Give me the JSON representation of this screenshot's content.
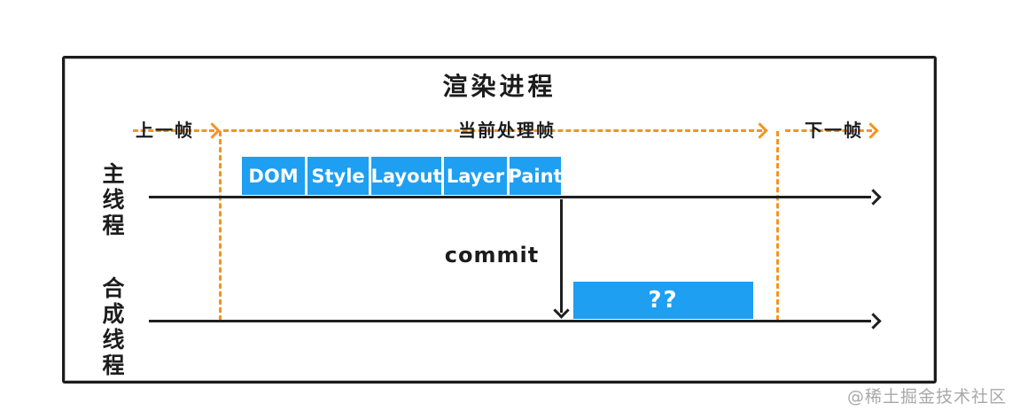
{
  "title": "渲染进程",
  "frame_markers": {
    "previous": "上一帧",
    "current": "当前处理帧",
    "next": "下一帧"
  },
  "threads": {
    "main": "主线程",
    "compositor": "合成线程"
  },
  "pipeline_stages": [
    "DOM",
    "Style",
    "Layout",
    "Layer",
    "Paint"
  ],
  "commit_label": "commit",
  "compositor_task_label": "??",
  "watermark": "@稀土掘金技术社区",
  "colors": {
    "stage_blue": "#1E9FF2",
    "marker_orange": "#F5941F",
    "line_black": "#1f1f1f"
  }
}
